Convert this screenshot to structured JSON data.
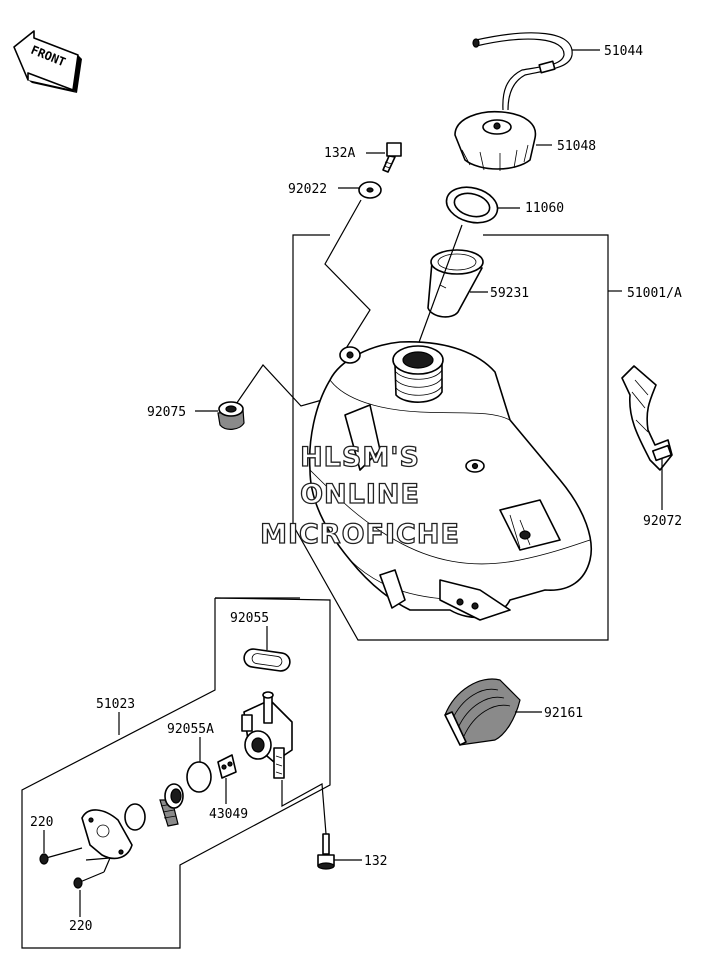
{
  "diagram": {
    "front_label": "FRONT",
    "watermark": [
      "HLSM'S",
      "ONLINE",
      "MICROFICHE"
    ],
    "parts": [
      {
        "id": "p51044",
        "label": "51044"
      },
      {
        "id": "p51048",
        "label": "51048"
      },
      {
        "id": "p132A",
        "label": "132A"
      },
      {
        "id": "p92022",
        "label": "92022"
      },
      {
        "id": "p11060",
        "label": "11060"
      },
      {
        "id": "p59231",
        "label": "59231"
      },
      {
        "id": "p51001A",
        "label": "51001/A"
      },
      {
        "id": "p92075",
        "label": "92075"
      },
      {
        "id": "p92072",
        "label": "92072"
      },
      {
        "id": "p92055",
        "label": "92055"
      },
      {
        "id": "p51023",
        "label": "51023"
      },
      {
        "id": "p92055A",
        "label": "92055A"
      },
      {
        "id": "p92161",
        "label": "92161"
      },
      {
        "id": "p43049",
        "label": "43049"
      },
      {
        "id": "p220a",
        "label": "220"
      },
      {
        "id": "p132",
        "label": "132"
      },
      {
        "id": "p220b",
        "label": "220"
      }
    ]
  }
}
